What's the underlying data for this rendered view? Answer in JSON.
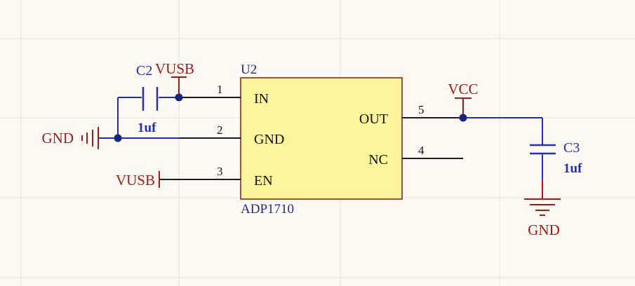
{
  "chip": {
    "designator": "U2",
    "part": "ADP1710",
    "pins": [
      {
        "number": "1",
        "name": "IN"
      },
      {
        "number": "2",
        "name": "GND"
      },
      {
        "number": "3",
        "name": "EN"
      },
      {
        "number": "5",
        "name": "OUT"
      },
      {
        "number": "4",
        "name": "NC"
      }
    ]
  },
  "c2": {
    "designator": "C2",
    "value": "1uf"
  },
  "c3": {
    "designator": "C3",
    "value": "1uf"
  },
  "ports": {
    "vusb_top": "VUSB",
    "vusb_left": "VUSB",
    "gnd_left": "GND",
    "vcc": "VCC",
    "gnd_bottom": "GND"
  },
  "colors": {
    "background": "#fdfaf3",
    "chip_fill": "#fdf59c",
    "wire": "#2230b8",
    "power_port": "#a01818"
  }
}
